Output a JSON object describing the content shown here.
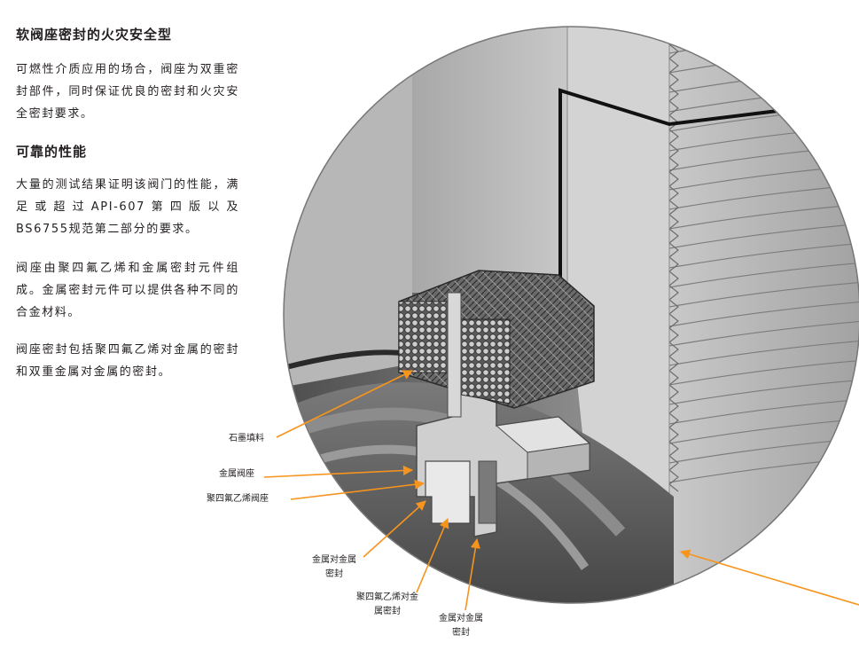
{
  "section1": {
    "title": "软阀座密封的火灾安全型",
    "text": "可燃性介质应用的场合，阀座为双重密封部件，同时保证优良的密封和火灾安全密封要求。"
  },
  "section2": {
    "title": "可靠的性能",
    "para1": "大量的测试结果证明该阀门的性能，满足或超过API-607第四版以及BS6755规范第二部分的要求。",
    "para2": "阀座由聚四氟乙烯和金属密封元件组成。金属密封元件可以提供各种不同的合金材料。",
    "para3": "阀座密封包括聚四氟乙烯对金属的密封和双重金属对金属的密封。"
  },
  "callouts": {
    "graphite": "石墨填料",
    "metal_seat": "金属阀座",
    "ptfe_seat": "聚四氟乙烯阀座",
    "m2m_1_line1": "金属对金属",
    "m2m_1_line2": "密封",
    "ptfe_metal_line1": "聚四氟乙烯对金",
    "ptfe_metal_line2": "属密封",
    "m2m_2_line1": "金属对金属",
    "m2m_2_line2": "密封"
  },
  "colors": {
    "arrow": "#f7941d",
    "metal_light": "#d5d5d5",
    "metal_dark": "#5f5f5f",
    "text": "#231f20"
  }
}
